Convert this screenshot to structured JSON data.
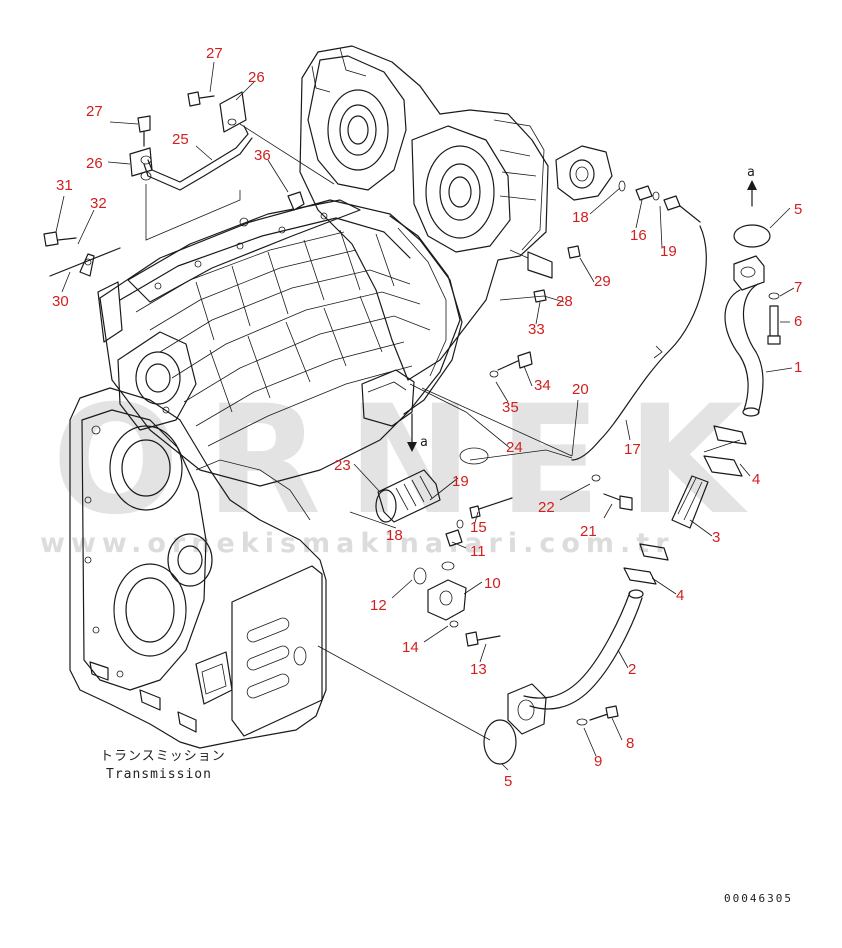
{
  "watermark": {
    "brand": "ORNEK",
    "url": "www.ornekismakinalari.com.tr"
  },
  "caption": {
    "japanese": "トランスミッション",
    "english": "Transmission"
  },
  "drawing_code": "00046305",
  "reference_marks": {
    "a_top": "a",
    "a_mid": "a"
  },
  "part_labels": {
    "p27a": "27",
    "p26a": "26",
    "p27b": "27",
    "p25": "25",
    "p36": "36",
    "p26b": "26",
    "p31": "31",
    "p32": "32",
    "p30": "30",
    "p18a": "18",
    "p16": "16",
    "p19a": "19",
    "p5a": "5",
    "p29": "29",
    "p28": "28",
    "p7": "7",
    "p6": "6",
    "p33": "33",
    "p1": "1",
    "p34": "34",
    "p20": "20",
    "p35": "35",
    "p24": "24",
    "p17": "17",
    "p4a": "4",
    "p23": "23",
    "p19b": "19",
    "p22": "22",
    "p21": "21",
    "p15": "15",
    "p3": "3",
    "p18b": "18",
    "p11": "11",
    "p4b": "4",
    "p10": "10",
    "p12": "12",
    "p14": "14",
    "p2": "2",
    "p13": "13",
    "p8": "8",
    "p9": "9",
    "p5b": "5"
  }
}
